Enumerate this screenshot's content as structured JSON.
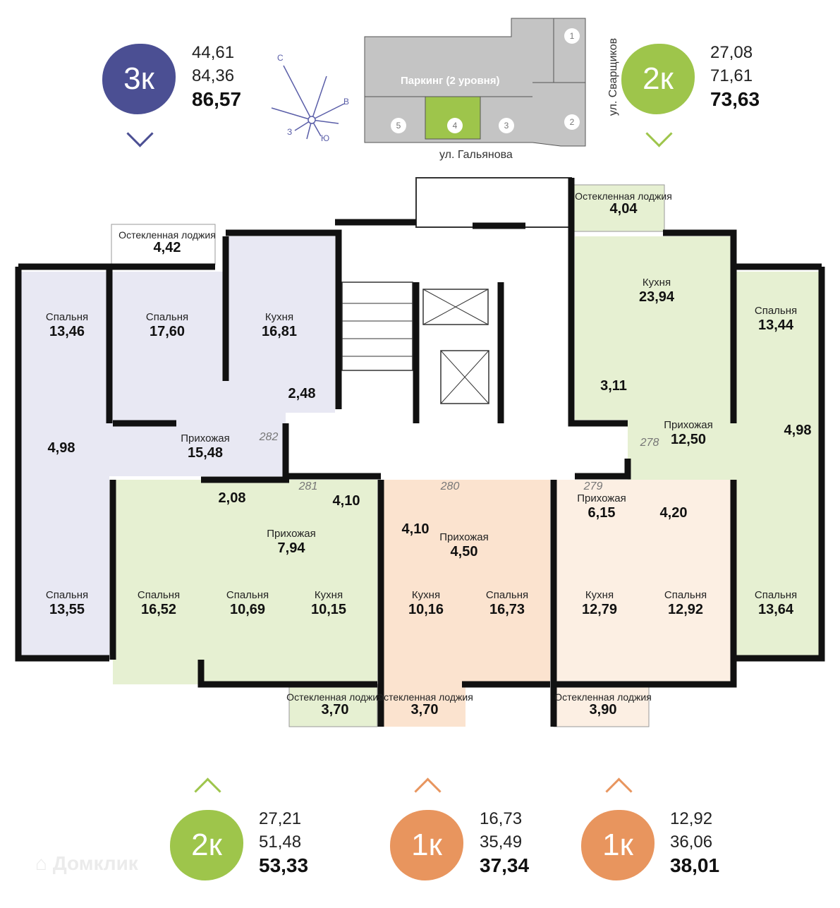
{
  "header_left": {
    "badge": "3к",
    "living": "44,61",
    "kitchen_total": "84,36",
    "total": "86,57",
    "color": "#4b4f93"
  },
  "header_right": {
    "badge": "2к",
    "living": "27,08",
    "kitchen_total": "71,61",
    "total": "73,63",
    "color": "#9ec54b"
  },
  "compass": {
    "n": "С",
    "e": "В",
    "s": "Ю",
    "w": "З"
  },
  "site_map": {
    "parking": "Паркинг (2 уровня)",
    "sections": [
      "1",
      "2",
      "3",
      "4",
      "5"
    ],
    "selected_section": "4",
    "street_bottom": "ул. Гальянова",
    "street_right": "ул. Сварщиков",
    "selected_color": "#9ec54b"
  },
  "apartments": {
    "a282": {
      "number": "282",
      "rooms": [
        {
          "name": "Остекленная лоджия",
          "area": "4,42"
        },
        {
          "name": "Спальня",
          "area": "13,46"
        },
        {
          "name": "Спальня",
          "area": "17,60"
        },
        {
          "name": "Кухня",
          "area": "16,81"
        },
        {
          "name": "",
          "area": "2,48"
        },
        {
          "name": "Прихожая",
          "area": "15,48"
        },
        {
          "name": "",
          "area": "4,98"
        },
        {
          "name": "Спальня",
          "area": "13,55"
        }
      ]
    },
    "a281": {
      "number": "281",
      "rooms": [
        {
          "name": "Спальня",
          "area": "16,52"
        },
        {
          "name": "",
          "area": "2,08"
        },
        {
          "name": "Прихожая",
          "area": "7,94"
        },
        {
          "name": "",
          "area": "4,10"
        },
        {
          "name": "Спальня",
          "area": "10,69"
        },
        {
          "name": "Кухня",
          "area": "10,15"
        },
        {
          "name": "Остекленная лоджия",
          "area": "3,70"
        }
      ]
    },
    "a280": {
      "number": "280",
      "rooms": [
        {
          "name": "",
          "area": "4,10"
        },
        {
          "name": "Прихожая",
          "area": "4,50"
        },
        {
          "name": "Кухня",
          "area": "10,16"
        },
        {
          "name": "Спальня",
          "area": "16,73"
        },
        {
          "name": "Остекленная лоджия",
          "area": "3,70"
        }
      ]
    },
    "a279": {
      "number": "279",
      "rooms": [
        {
          "name": "Прихожая",
          "area": "6,15"
        },
        {
          "name": "",
          "area": "4,20"
        },
        {
          "name": "Кухня",
          "area": "12,79"
        },
        {
          "name": "Спальня",
          "area": "12,92"
        },
        {
          "name": "Остекленная лоджия",
          "area": "3,90"
        }
      ]
    },
    "a278": {
      "number": "278",
      "rooms": [
        {
          "name": "Остекленная лоджия",
          "area": "4,04"
        },
        {
          "name": "Кухня",
          "area": "23,94"
        },
        {
          "name": "Спальня",
          "area": "13,44"
        },
        {
          "name": "",
          "area": "3,11"
        },
        {
          "name": "Прихожая",
          "area": "12,50"
        },
        {
          "name": "",
          "area": "4,98"
        },
        {
          "name": "Спальня",
          "area": "13,64"
        }
      ]
    }
  },
  "footer": [
    {
      "badge": "2к",
      "living": "27,21",
      "kitchen_total": "51,48",
      "total": "53,33",
      "color": "#9ec54b"
    },
    {
      "badge": "1к",
      "living": "16,73",
      "kitchen_total": "35,49",
      "total": "37,34",
      "color": "#e8955e"
    },
    {
      "badge": "1к",
      "living": "12,92",
      "kitchen_total": "36,06",
      "total": "38,01",
      "color": "#e8955e"
    }
  ],
  "watermark": "Домклик"
}
